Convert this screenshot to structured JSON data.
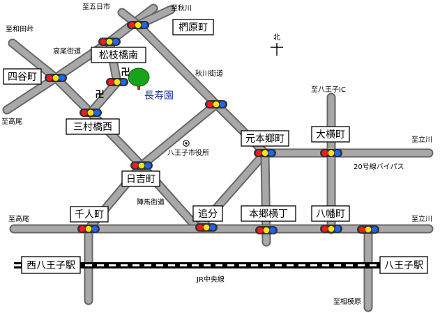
{
  "colors": {
    "road_fill": "#a8a8a8",
    "road_edge": "#666666",
    "signal_red": "#ff1a1a",
    "signal_yellow": "#ffe600",
    "signal_blue": "#1a66ff",
    "park_label": "#1a3399",
    "tree_green": "#1aa31a",
    "tree_trunk": "#cc2222"
  },
  "icons": {
    "temple": "manji-temple-icon",
    "tree": "tree-icon",
    "north": "north-arrow-icon",
    "city_hall": "city-hall-icon"
  },
  "labels": {
    "to_gokaichi": "至五日市",
    "to_akigawa": "至秋川",
    "to_wadatoge": "至和田峠",
    "takao_kaido": "高尾街道",
    "akigawa_kaido": "秋川街道",
    "to_takao_left": "至高尾",
    "to_hachioji_ic": "至八王子IC",
    "to_tachikawa_upper": "至立川",
    "bypass": "20号線バイパス",
    "city_hall": "八王子市役所",
    "jinba_kaido": "陣馬街道",
    "to_takao_lower": "至高尾",
    "to_tachikawa_lower": "至立川",
    "jr_line": "JR中央線",
    "to_sagamihara": "至相模原",
    "north_mark": "北",
    "park": "長寿園"
  },
  "places": {
    "kunugibara": "椚原町",
    "matsueda": "松枝橋南",
    "yotsuya": "四谷町",
    "mimura": "三村橋西",
    "motohongo": "元本郷町",
    "ooyoko": "大横町",
    "hiyoshi": "日吉町",
    "senninmachi": "千人町",
    "oiwake": "追分",
    "hongoyoko": "本郷横丁",
    "yawata": "八幡町",
    "nishihachioji": "西八王子駅",
    "hachioji": "八王子駅"
  }
}
